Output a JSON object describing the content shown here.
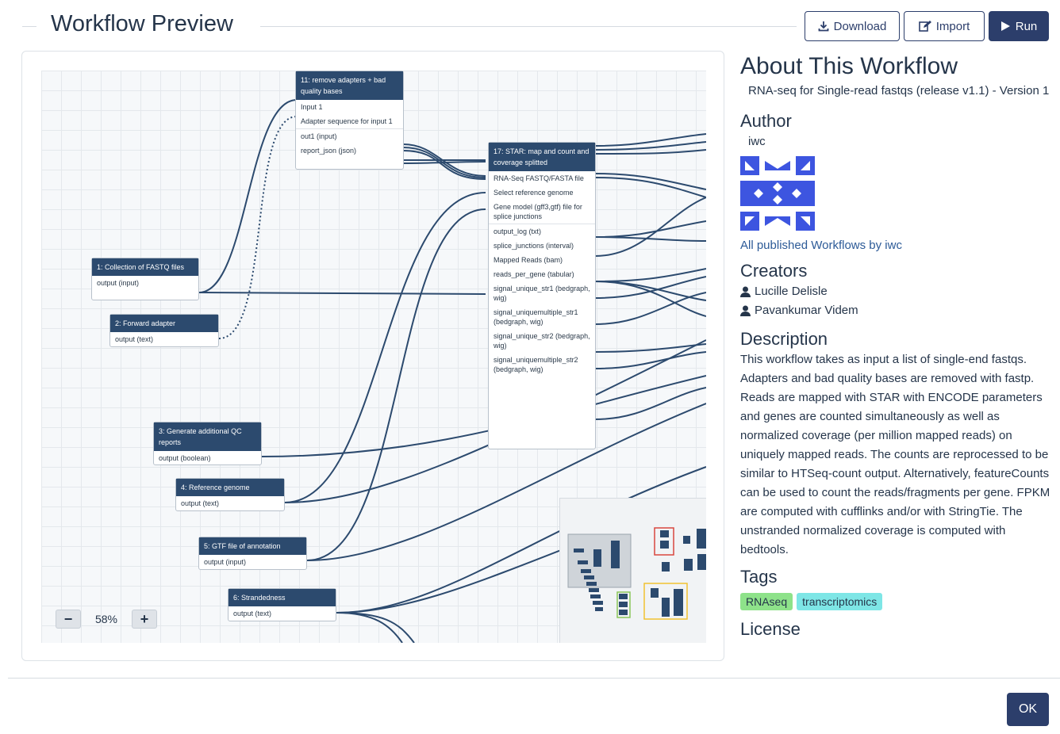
{
  "header": {
    "title": "Workflow Preview",
    "download_label": "Download",
    "import_label": "Import",
    "run_label": "Run"
  },
  "canvas": {
    "zoom_level": "58%",
    "nodes": {
      "n11": {
        "title": "11: remove adapters + bad quality bases",
        "in1": "Input 1",
        "in2": "Adapter sequence for input 1",
        "out1": "out1 (input)",
        "out2": "report_json (json)"
      },
      "n17": {
        "title": "17: STAR: map and count and coverage splitted",
        "in1": "RNA-Seq FASTQ/FASTA file",
        "in2": "Select reference genome",
        "in3": "Gene model (gff3,gtf) file for splice junctions",
        "o1": "output_log (txt)",
        "o2": "splice_junctions (interval)",
        "o3": "Mapped Reads (bam)",
        "o4": "reads_per_gene (tabular)",
        "o5": "signal_unique_str1 (bedgraph, wig)",
        "o6": "signal_uniquemultiple_str1 (bedgraph, wig)",
        "o7": "signal_unique_str2 (bedgraph, wig)",
        "o8": "signal_uniquemultiple_str2 (bedgraph, wig)"
      },
      "n1": {
        "title": "1: Collection of FASTQ files",
        "out": "output (input)"
      },
      "n2": {
        "title": "2: Forward adapter",
        "out": "output (text)"
      },
      "n3": {
        "title": "3: Generate additional QC reports",
        "out": "output (boolean)"
      },
      "n4": {
        "title": "4: Reference genome",
        "out": "output (text)"
      },
      "n5": {
        "title": "5: GTF file of annotation",
        "out": "output (input)"
      },
      "n6": {
        "title": "6: Strandedness",
        "out": "output (text)"
      }
    }
  },
  "sidebar": {
    "about_heading": "About This Workflow",
    "workflow_name": "RNA-seq for Single-read fastqs (release v1.1) - Version 1",
    "author_heading": "Author",
    "author": "iwc",
    "published_link": "All published Workflows by iwc",
    "creators_heading": "Creators",
    "creators": [
      "Lucille Delisle",
      "Pavankumar Videm"
    ],
    "description_heading": "Description",
    "description": "This workflow takes as input a list of single-end fastqs. Adapters and bad quality bases are removed with fastp. Reads are mapped with STAR with ENCODE parameters and genes are counted simultaneously as well as normalized coverage (per million mapped reads) on uniquely mapped reads. The counts are reprocessed to be similar to HTSeq-count output. Alternatively, featureCounts can be used to count the reads/fragments per gene. FPKM are computed with cufflinks and/or with StringTie. The unstranded normalized coverage is computed with bedtools.",
    "tags_heading": "Tags",
    "tags": [
      "RNAseq",
      "transcriptomics"
    ],
    "tag_colors": [
      "#8ee28a",
      "#7ee6e6"
    ],
    "license_heading": "License"
  },
  "footer": {
    "ok_label": "OK"
  },
  "colors": {
    "primary": "#2c3e6b",
    "node_header": "#2c4a6e",
    "connection": "#2c4a6e"
  }
}
